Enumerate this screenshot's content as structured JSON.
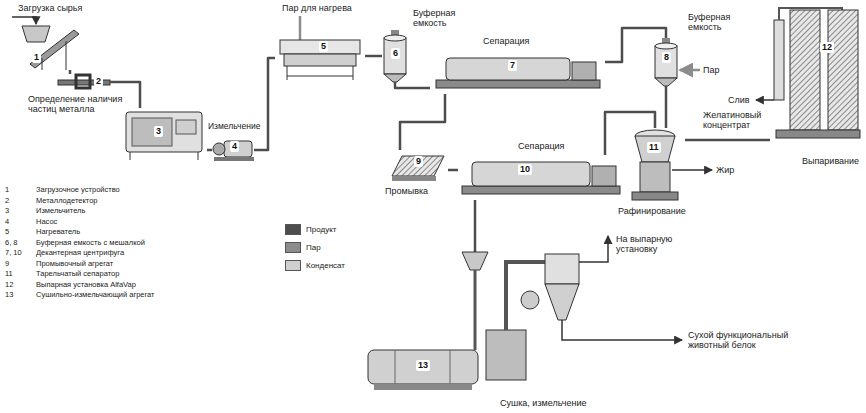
{
  "diagram": {
    "nodes": [
      {
        "text": [
          "1"
        ]
      },
      {
        "text": [
          "2"
        ]
      },
      {
        "text": [
          "3"
        ]
      },
      {
        "text": [
          "4"
        ]
      },
      {
        "text": [
          "5"
        ]
      },
      {
        "text": [
          "6"
        ]
      },
      {
        "text": [
          "7"
        ]
      },
      {
        "text": [
          "8"
        ]
      },
      {
        "text": [
          "9"
        ]
      },
      {
        "text": [
          "10"
        ]
      },
      {
        "text": [
          "11"
        ]
      },
      {
        "text": [
          "12"
        ]
      },
      {
        "text": [
          "13"
        ]
      }
    ],
    "edges": [
      {
        "from": 0,
        "to": 1,
        "arrow": "none"
      },
      {
        "from": 1,
        "to": 2,
        "arrow": "none"
      },
      {
        "from": 2,
        "to": 3,
        "arrow": "none"
      },
      {
        "from": 3,
        "to": 4,
        "arrow": "none"
      },
      {
        "from": 4,
        "to": 5,
        "arrow": "none"
      },
      {
        "from": 5,
        "to": 6,
        "arrow": "none"
      },
      {
        "from": 6,
        "to": 7,
        "arrow": "none"
      },
      {
        "from": 6,
        "to": 8,
        "arrow": "none"
      },
      {
        "from": 8,
        "to": 9,
        "arrow": "none"
      },
      {
        "from": 9,
        "to": 12,
        "arrow": "none"
      },
      {
        "from": 9,
        "to": 10,
        "arrow": "none"
      },
      {
        "from": 7,
        "to": 10,
        "arrow": "none"
      },
      {
        "from": 10,
        "to": 11,
        "arrow": "none"
      }
    ],
    "labels": [
      "Загрузка сырья",
      "Определение наличия частиц металла",
      "Измельчение",
      "Пар для нагрева",
      "Буферная емкость",
      "Сепарация",
      "Буферная емкость",
      "Пар",
      "Слив",
      "Желатиновый концентрат",
      "Выпаривание",
      "Жир",
      "Рафинирование",
      "Промывка",
      "Сепарация",
      "На выпарную установку",
      "Сухой функциональный животный белок",
      "Сушка, измельчение",
      "1",
      "Загрузочное устройство",
      "2",
      "Металлодетектор",
      "3",
      "Измельчитель",
      "4",
      "Насос",
      "5",
      "Нагреватель",
      "6, 8",
      "Буферная емкость с мешалкой",
      "7, 10",
      "Декантерная центрифуга",
      "9",
      "Промывочный агрегат",
      "11",
      "Тарельчатый сепаратор",
      "12",
      "Выпарная установка AlfaVap",
      "13",
      "Сушильно-измельчающий агрегат"
    ],
    "legend": [
      {
        "text": "Продукт",
        "color": "#4d4d4d"
      },
      {
        "text": "Пар",
        "color": "#8c8c8c"
      },
      {
        "text": "Конденсат",
        "color": "#cfcfcf"
      }
    ]
  }
}
